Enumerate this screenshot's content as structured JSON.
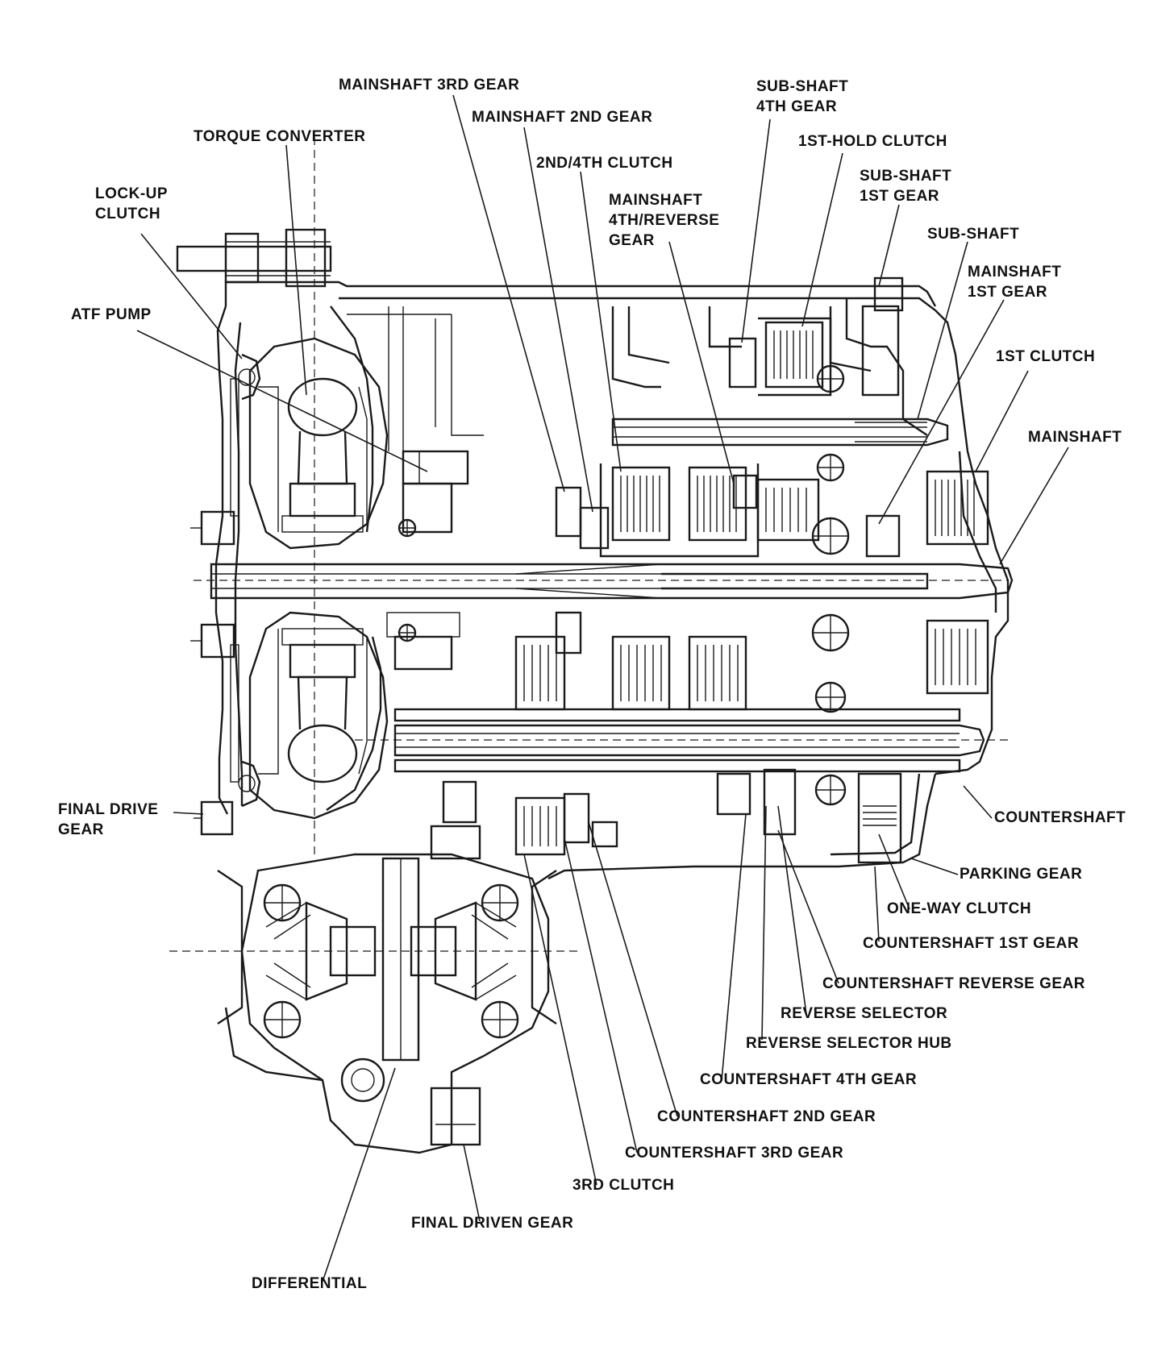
{
  "diagram": {
    "labels": [
      {
        "id": "mainshaft-3rd-gear",
        "text": "MAINSHAFT 3RD GEAR"
      },
      {
        "id": "mainshaft-2nd-gear",
        "text": "MAINSHAFT 2ND GEAR"
      },
      {
        "id": "sub-shaft-4th-gear",
        "text": "SUB-SHAFT\n4TH GEAR"
      },
      {
        "id": "1st-hold-clutch",
        "text": "1ST-HOLD CLUTCH"
      },
      {
        "id": "torque-converter",
        "text": "TORQUE CONVERTER"
      },
      {
        "id": "2nd-4th-clutch",
        "text": "2ND/4TH CLUTCH"
      },
      {
        "id": "sub-shaft-1st-gear",
        "text": "SUB-SHAFT\n1ST GEAR"
      },
      {
        "id": "lock-up-clutch",
        "text": "LOCK-UP\nCLUTCH"
      },
      {
        "id": "mainshaft-4th-reverse-gear",
        "text": "MAINSHAFT\n4TH/REVERSE\nGEAR"
      },
      {
        "id": "sub-shaft",
        "text": "SUB-SHAFT"
      },
      {
        "id": "mainshaft-1st-gear",
        "text": "MAINSHAFT\n1ST GEAR"
      },
      {
        "id": "atf-pump",
        "text": "ATF PUMP"
      },
      {
        "id": "1st-clutch",
        "text": "1ST CLUTCH"
      },
      {
        "id": "mainshaft",
        "text": "MAINSHAFT"
      },
      {
        "id": "final-drive-gear",
        "text": "FINAL DRIVE\nGEAR"
      },
      {
        "id": "countershaft",
        "text": "COUNTERSHAFT"
      },
      {
        "id": "parking-gear",
        "text": "PARKING GEAR"
      },
      {
        "id": "one-way-clutch",
        "text": "ONE-WAY CLUTCH"
      },
      {
        "id": "countershaft-1st-gear",
        "text": "COUNTERSHAFT 1ST GEAR"
      },
      {
        "id": "countershaft-reverse-gear",
        "text": "COUNTERSHAFT REVERSE GEAR"
      },
      {
        "id": "reverse-selector",
        "text": "REVERSE SELECTOR"
      },
      {
        "id": "reverse-selector-hub",
        "text": "REVERSE SELECTOR HUB"
      },
      {
        "id": "countershaft-4th-gear",
        "text": "COUNTERSHAFT 4TH GEAR"
      },
      {
        "id": "countershaft-2nd-gear",
        "text": "COUNTERSHAFT 2ND GEAR"
      },
      {
        "id": "countershaft-3rd-gear",
        "text": "COUNTERSHAFT 3RD GEAR"
      },
      {
        "id": "3rd-clutch",
        "text": "3RD CLUTCH"
      },
      {
        "id": "final-driven-gear",
        "text": "FINAL DRIVEN GEAR"
      },
      {
        "id": "differential",
        "text": "DIFFERENTIAL"
      }
    ]
  }
}
